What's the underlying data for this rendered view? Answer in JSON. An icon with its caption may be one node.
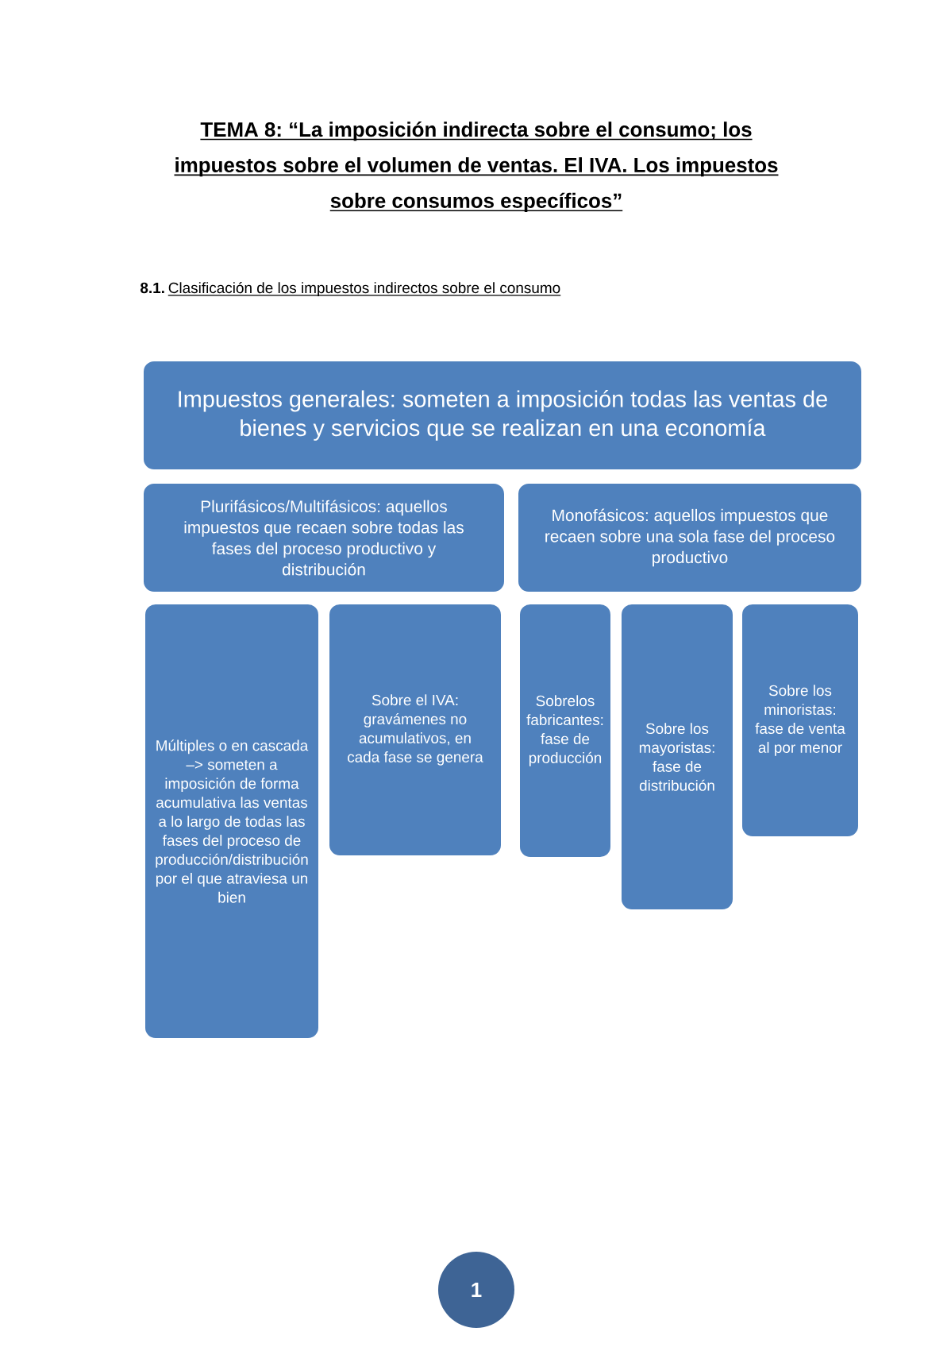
{
  "diagram": {
    "title": "TEMA 8: “La imposición indirecta sobre el consumo; los impuestos sobre el volumen de ventas. El IVA. Los impuestos sobre consumos específicos”",
    "nodes": [
      {
        "text": [
          "Impuestos generales: someten a imposición todas las ventas de bienes y servicios que se realizan en una economía"
        ]
      },
      {
        "text": [
          "Plurifásicos/Multifásicos: aquellos impuestos que recaen sobre todas las fases del proceso productivo y distribución"
        ]
      },
      {
        "text": [
          "Monofásicos: aquellos impuestos que recaen sobre una sola fase del proceso productivo"
        ]
      },
      {
        "text": [
          "Múltiples o en cascada –> someten a imposición de forma acumulativa las ventas a lo largo de todas las fases del proceso de producción/distribución por el que atraviesa un bien"
        ]
      },
      {
        "text": [
          "Sobre el IVA: gravámenes no acumulativos, en cada fase se genera"
        ]
      },
      {
        "text": [
          "Sobrelos fabricantes: fase de producción"
        ]
      },
      {
        "text": [
          "Sobre los mayoristas: fase de distribución"
        ]
      },
      {
        "text": [
          "Sobre los minoristas: fase de venta al por menor"
        ]
      },
      {
        "text": [
          "1"
        ]
      }
    ],
    "labels": [
      "8.1.",
      "Clasificación de los impuestos indirectos sobre el consumo"
    ]
  }
}
